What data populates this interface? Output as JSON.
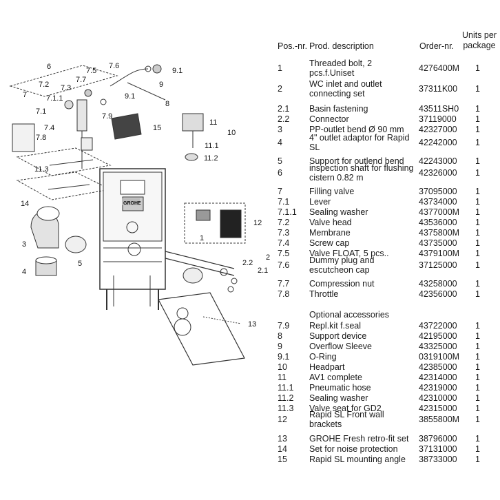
{
  "table": {
    "headers": {
      "pos": "Pos.-nr.",
      "desc": "Prod. description",
      "order": "Order-nr.",
      "units": "Units per package"
    },
    "rows": [
      {
        "pos": "1",
        "desc": "Threaded bolt, 2 pcs.f.Uniset",
        "order": "4276400M",
        "units": "1"
      },
      {
        "pos": "2",
        "desc": "WC inlet and outlet connecting set",
        "order": "37311K00",
        "units": "1"
      },
      {
        "pos": "2.1",
        "desc": "Basin fastening",
        "order": "43511SH0",
        "units": "1"
      },
      {
        "pos": "2.2",
        "desc": "Connector",
        "order": "37119000",
        "units": "1"
      },
      {
        "pos": "3",
        "desc": "PP-outlet bend Ø 90 mm",
        "order": "42327000",
        "units": "1"
      },
      {
        "pos": "4",
        "desc": "4\" outlet adaptor for Rapid SL",
        "order": "42242000",
        "units": "1"
      },
      {
        "pos": "5",
        "desc": "Support for outlend bend",
        "order": "42243000",
        "units": "1"
      },
      {
        "pos": "6",
        "desc": "inspection shaft for flushing cistern 0.82 m",
        "order": "42326000",
        "units": "1"
      },
      {
        "pos": "7",
        "desc": "Filling valve",
        "order": "37095000",
        "units": "1"
      },
      {
        "pos": "7.1",
        "desc": "Lever",
        "order": "43734000",
        "units": "1"
      },
      {
        "pos": "7.1.1",
        "desc": "Sealing washer",
        "order": "4377000M",
        "units": "1"
      },
      {
        "pos": "7.2",
        "desc": "Valve head",
        "order": "43536000",
        "units": "1"
      },
      {
        "pos": "7.3",
        "desc": "Membrane",
        "order": "4375800M",
        "units": "1"
      },
      {
        "pos": "7.4",
        "desc": "Screw cap",
        "order": "43735000",
        "units": "1"
      },
      {
        "pos": "7.5",
        "desc": "Valve FLOAT, 5 pcs..",
        "order": "4379100M",
        "units": "1"
      },
      {
        "pos": "7.6",
        "desc": "Dummy plug and escutcheon cap",
        "order": "37125000",
        "units": "1"
      },
      {
        "pos": "7.7",
        "desc": "Compression nut",
        "order": "43258000",
        "units": "1"
      },
      {
        "pos": "7.8",
        "desc": "Throttle",
        "order": "42356000",
        "units": "1"
      }
    ],
    "optional_heading": "Optional accessories",
    "optional_rows": [
      {
        "pos": "7.9",
        "desc": "Repl.kit f.seal",
        "order": "43722000",
        "units": "1"
      },
      {
        "pos": "8",
        "desc": "Support device",
        "order": "42195000",
        "units": "1"
      },
      {
        "pos": "9",
        "desc": "Overflow Sleeve",
        "order": "43325000",
        "units": "1"
      },
      {
        "pos": "9.1",
        "desc": "O-Ring",
        "order": "0319100M",
        "units": "1"
      },
      {
        "pos": "10",
        "desc": "Headpart",
        "order": "42385000",
        "units": "1"
      },
      {
        "pos": "11",
        "desc": "AV1 complete",
        "order": "42314000",
        "units": "1"
      },
      {
        "pos": "11.1",
        "desc": "Pneumatic hose",
        "order": "42319000",
        "units": "1"
      },
      {
        "pos": "11.2",
        "desc": "Sealing washer",
        "order": "42310000",
        "units": "1"
      },
      {
        "pos": "11.3",
        "desc": "Valve seat for GD2",
        "order": "42315000",
        "units": "1"
      },
      {
        "pos": "12",
        "desc": "Rapid SL Front wall brackets",
        "order": "3855800M",
        "units": "1"
      },
      {
        "pos": "13",
        "desc": "GROHE Fresh retro-fit set",
        "order": "38796000",
        "units": "1"
      },
      {
        "pos": "14",
        "desc": "Set for noise protection",
        "order": "37131000",
        "units": "1"
      },
      {
        "pos": "15",
        "desc": "Rapid SL mounting angle",
        "order": "38733000",
        "units": "1"
      }
    ]
  },
  "diagram": {
    "callouts": [
      "1",
      "2",
      "2.1",
      "2.2",
      "3",
      "4",
      "5",
      "6",
      "7",
      "7.1",
      "7.1.1",
      "7.2",
      "7.3",
      "7.4",
      "7.5",
      "7.6",
      "7.7",
      "7.8",
      "7.9",
      "8",
      "9",
      "9.1",
      "9.1",
      "10",
      "11",
      "11.1",
      "11.2",
      "11.3",
      "12",
      "13",
      "14",
      "15"
    ],
    "logo": "GROHE"
  }
}
